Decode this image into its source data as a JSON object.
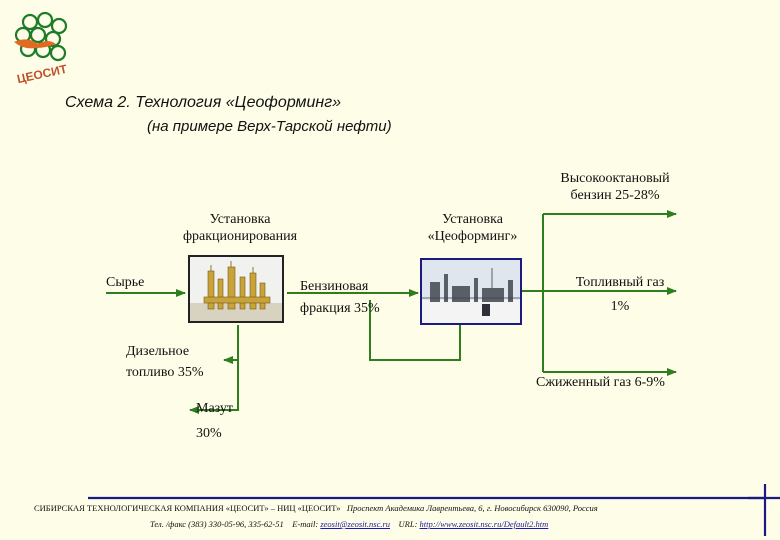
{
  "logo": {
    "text": "ЦЕОСИТ"
  },
  "header": {
    "title": "Схема 2. Технология «Цеоформинг»",
    "subtitle": "(на примере Верх-Тарской нефти)"
  },
  "nodes": {
    "fractionation_unit": {
      "label_line1": "Установка",
      "label_line2": "фракционирования"
    },
    "zeoforming_unit": {
      "label_line1": "Установка",
      "label_line2": "«Цеоформинг»"
    }
  },
  "flows": {
    "feed": "Сырье",
    "gasoline_fraction_line1": "Бензиновая",
    "gasoline_fraction_line2": "фракция  35%",
    "diesel_line1": "Дизельное",
    "diesel_line2": "топливо 35%",
    "fuel_oil_line1": "Мазут",
    "fuel_oil_line2": "30%",
    "high_octane_line1": "Высокооктановый",
    "high_octane_line2": "бензин 25-28%",
    "fuel_gas_line1": "Топливный газ",
    "fuel_gas_line2": "1%",
    "liquefied_gas": "Сжиженный газ 6-9%"
  },
  "colors": {
    "arrow": "#2e7d1e",
    "accent_line": "#1a1a80"
  },
  "footer": {
    "company": "СИБИРСКАЯ  ТЕХНОЛОГИЧЕСКАЯ  КОМПАНИЯ  «ЦЕОСИТ»  –  НИЦ  «ЦЕОСИТ»",
    "address": "Проспект Академика Лаврентьева, 6,  г. Новосибирск 630090,  Россия",
    "phone": "Тел. /факс (383) 330-05-96, 335-62-51",
    "email_label": "E-mail:",
    "email": "zeosit@zeosit.nsc.ru",
    "url_label": "URL:",
    "url": "http://www.zeosit.nsc.ru/Default2.htm"
  }
}
